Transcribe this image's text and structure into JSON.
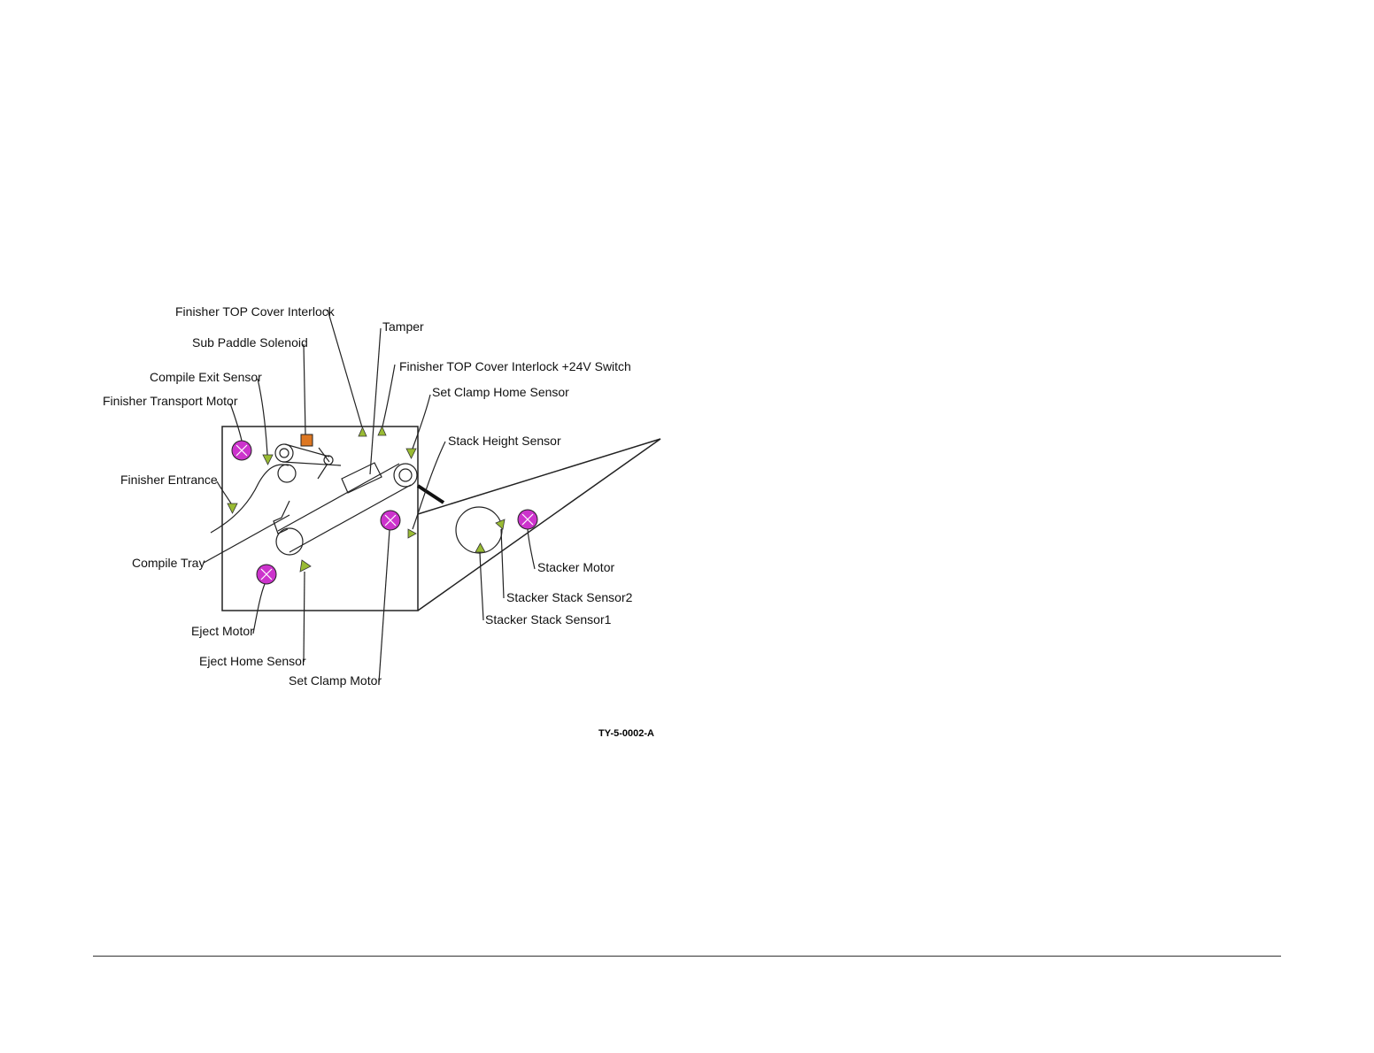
{
  "diagram": {
    "labels": {
      "top_cover_interlock": "Finisher TOP Cover Interlock",
      "sub_paddle_solenoid": "Sub Paddle Solenoid",
      "compile_exit_sensor": "Compile Exit Sensor",
      "transport_motor": "Finisher Transport Motor",
      "entrance": "Finisher Entrance",
      "compile_tray": "Compile Tray",
      "eject_motor": "Eject Motor",
      "eject_home_sensor": "Eject Home Sensor",
      "set_clamp_motor": "Set Clamp Motor",
      "tamper": "Tamper",
      "interlock_switch": "Finisher TOP Cover Interlock +24V Switch",
      "set_clamp_home_sensor": "Set Clamp Home Sensor",
      "stack_height_sensor": "Stack Height Sensor",
      "stacker_motor": "Stacker Motor",
      "stacker_stack_sensor2": "Stacker Stack Sensor2",
      "stacker_stack_sensor1": "Stacker Stack Sensor1"
    },
    "figure_id": "TY-5-0002-A",
    "colors": {
      "motor": "#cc33cc",
      "sensor": "#99bb33",
      "solenoid": "#dd7722",
      "line": "#222222"
    },
    "legend_icons": {
      "motor": "motor-icon",
      "sensor": "sensor-icon",
      "solenoid": "solenoid-icon"
    }
  }
}
